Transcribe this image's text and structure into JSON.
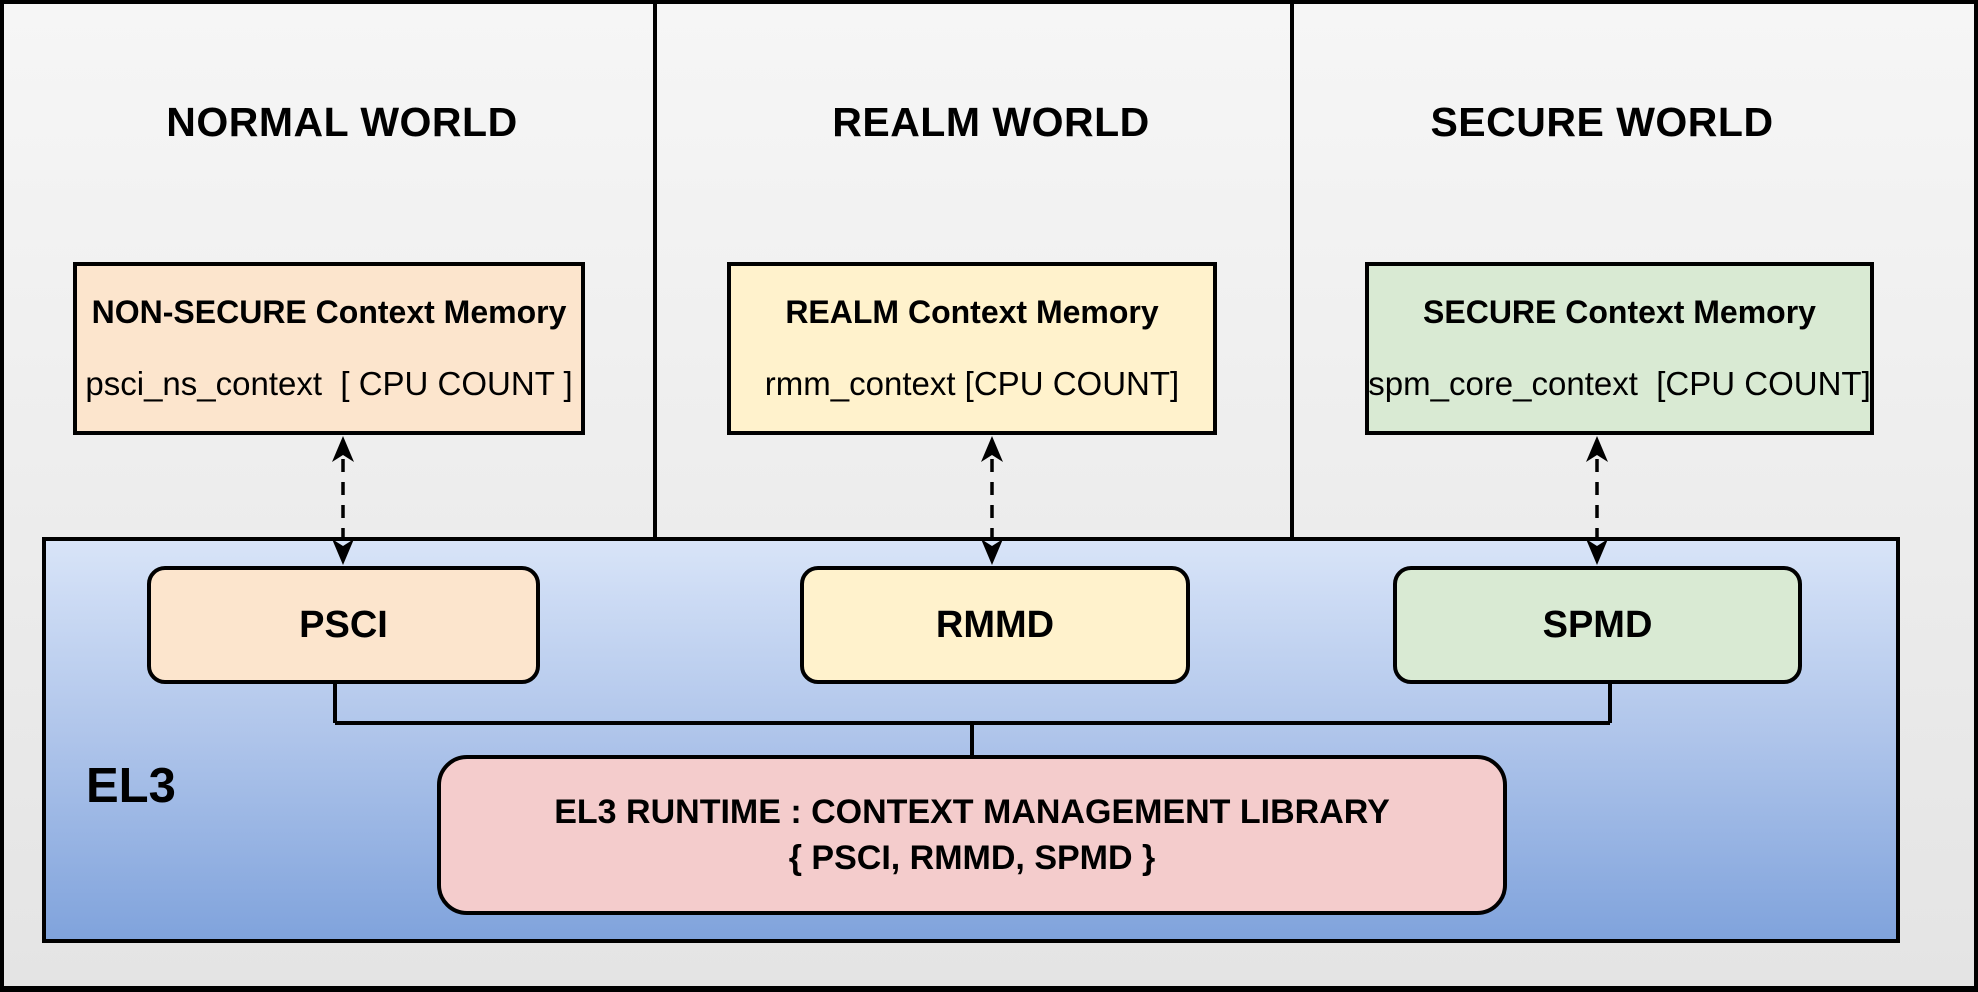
{
  "worlds": [
    {
      "id": "normal",
      "title": "NORMAL WORLD",
      "context_box": {
        "title": "NON-SECURE Context Memory",
        "body": "psci_ns_context  [ CPU COUNT ]",
        "fill": "#FCE5CD"
      },
      "driver": {
        "label": "PSCI",
        "fill": "#FCE5CD"
      }
    },
    {
      "id": "realm",
      "title": "REALM WORLD",
      "context_box": {
        "title": "REALM Context Memory",
        "body": "rmm_context [CPU COUNT]",
        "fill": "#FFF2CC"
      },
      "driver": {
        "label": "RMMD",
        "fill": "#FFF2CC"
      }
    },
    {
      "id": "secure",
      "title": "SECURE WORLD",
      "context_box": {
        "title": "SECURE Context Memory",
        "body": "spm_core_context  [CPU COUNT]",
        "fill": "#D9EAD3"
      },
      "driver": {
        "label": "SPMD",
        "fill": "#D9EAD3"
      }
    }
  ],
  "el3": {
    "label": "EL3",
    "runtime_box": {
      "line1": "EL3 RUNTIME : CONTEXT MANAGEMENT LIBRARY",
      "line2": "{ PSCI, RMMD, SPMD }",
      "fill": "#F4CCCC"
    },
    "fill_gradient_top": "#D8E4F8",
    "fill_gradient_bottom": "#80A3DC"
  },
  "colors": {
    "background_top": "#F6F6F6",
    "background_bottom": "#E4E4E4",
    "stroke": "#000000"
  }
}
